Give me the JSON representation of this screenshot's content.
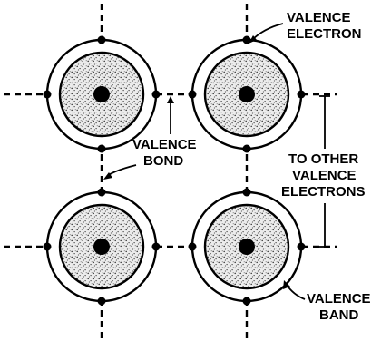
{
  "labels": {
    "valence_electron": [
      "VALENCE",
      "ELECTRON"
    ],
    "valence_bond": [
      "VALENCE",
      "BOND"
    ],
    "to_other_valence_electrons": [
      "TO OTHER",
      "VALENCE",
      "ELECTRONS"
    ],
    "valence_band": [
      "VALENCE",
      "BAND"
    ]
  },
  "atoms": [
    {
      "id": "top-left"
    },
    {
      "id": "top-right"
    },
    {
      "id": "bottom-left"
    },
    {
      "id": "bottom-right"
    }
  ]
}
